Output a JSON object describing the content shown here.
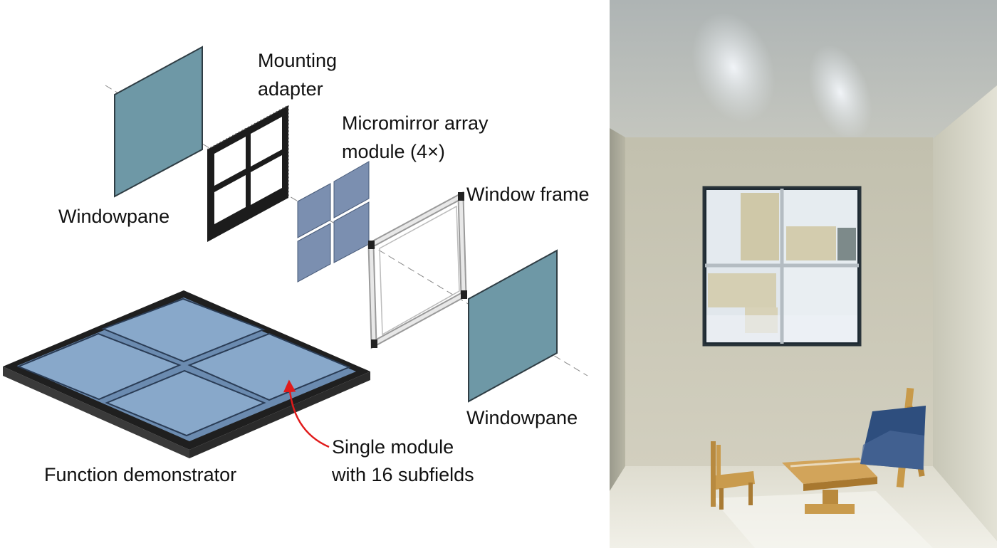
{
  "labels": {
    "mounting_adapter_line1": "Mounting",
    "mounting_adapter_line2": "adapter",
    "micromirror_line1": "Micromirror array",
    "micromirror_line2": "module (4×)",
    "window_frame": "Window frame",
    "windowpane_left": "Windowpane",
    "windowpane_right": "Windowpane",
    "single_module_line1": "Single module",
    "single_module_line2": "with 16 subfields",
    "function_demonstrator": "Function demonstrator"
  },
  "colors": {
    "pane": "#6e98a6",
    "pane_edge": "#2f3d44",
    "adapter": "#1b1b1b",
    "module": "#7b8fb0",
    "module_edge": "#4a5c7a",
    "frame": "#c9c9c9",
    "demonstrator_top": "#7f9fc2",
    "demonstrator_base": "#2a2a2a",
    "arrow": "#e11b1b",
    "room_wall": "#c9c6b3",
    "room_ceiling": "#b8bcb8",
    "window_glass": "#e3e9ee",
    "wood": "#c79a4d",
    "painting": "#2e4e7e"
  }
}
